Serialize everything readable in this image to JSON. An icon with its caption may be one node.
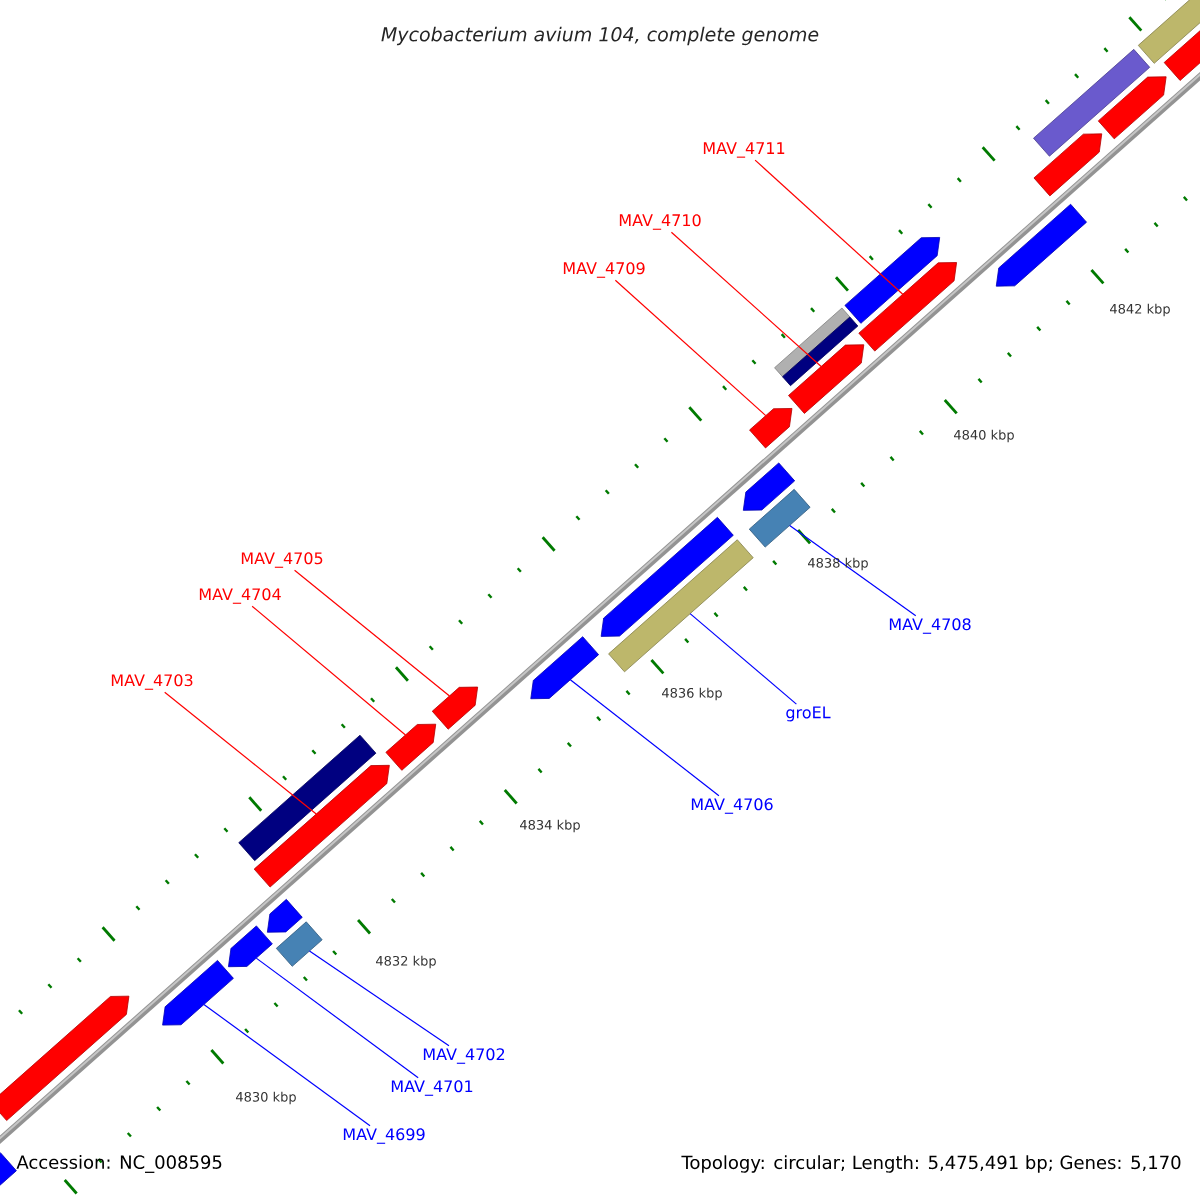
{
  "diagram": {
    "title": "Mycobacterium avium 104, complete genome",
    "nodes": [
      {
        "text": [
          "MAV_4711"
        ]
      },
      {
        "text": [
          "MAV_4710"
        ]
      },
      {
        "text": [
          "MAV_4709"
        ]
      },
      {
        "text": [
          "MAV_4708"
        ]
      },
      {
        "text": [
          "groEL"
        ]
      },
      {
        "text": [
          "MAV_4706"
        ]
      },
      {
        "text": [
          "MAV_4705"
        ]
      },
      {
        "text": [
          "MAV_4704"
        ]
      },
      {
        "text": [
          "MAV_4703"
        ]
      },
      {
        "text": [
          "MAV_4702"
        ]
      },
      {
        "text": [
          "MAV_4701"
        ]
      },
      {
        "text": [
          "MAV_4699"
        ]
      },
      {
        "text": [],
        "shape": "arrow"
      },
      {
        "text": [],
        "shape": "arrow"
      },
      {
        "text": [],
        "shape": "arrow"
      },
      {
        "text": [],
        "shape": "bar"
      },
      {
        "text": [],
        "shape": "bar"
      },
      {
        "text": [],
        "shape": "arrow"
      },
      {
        "text": [],
        "shape": "arrow"
      },
      {
        "text": [],
        "shape": "arrow"
      },
      {
        "text": [],
        "shape": "arrow"
      },
      {
        "text": [],
        "shape": "bar"
      },
      {
        "text": [],
        "shape": "arrow"
      },
      {
        "text": [],
        "shape": "arrow"
      },
      {
        "text": [],
        "shape": "arrow"
      },
      {
        "text": [],
        "shape": "bar"
      },
      {
        "text": [],
        "shape": "arrow"
      },
      {
        "text": [],
        "shape": "bar"
      },
      {
        "text": [],
        "shape": "bar"
      },
      {
        "text": [],
        "shape": "arrow"
      },
      {
        "text": [],
        "shape": "arrow"
      },
      {
        "text": [],
        "shape": "arrow"
      },
      {
        "text": [],
        "shape": "arrow"
      },
      {
        "text": [],
        "shape": "arrow"
      },
      {
        "text": [],
        "shape": "arrow"
      },
      {
        "text": [],
        "shape": "arrow"
      },
      {
        "text": [],
        "shape": "arrow"
      },
      {
        "text": [],
        "shape": "bar"
      }
    ],
    "edges": [
      {
        "from": 0,
        "to": 12,
        "arrow": "none",
        "color": "#ff0000"
      },
      {
        "from": 1,
        "to": 13,
        "arrow": "none",
        "color": "#ff0000"
      },
      {
        "from": 2,
        "to": 14,
        "arrow": "none",
        "color": "#ff0000"
      },
      {
        "from": 3,
        "to": 15,
        "arrow": "none",
        "color": "#0000ff"
      },
      {
        "from": 4,
        "to": 16,
        "arrow": "none",
        "color": "#0000ff"
      },
      {
        "from": 5,
        "to": 17,
        "arrow": "none",
        "color": "#0000ff"
      },
      {
        "from": 6,
        "to": 18,
        "arrow": "none",
        "color": "#ff0000"
      },
      {
        "from": 7,
        "to": 19,
        "arrow": "none",
        "color": "#ff0000"
      },
      {
        "from": 8,
        "to": 20,
        "arrow": "none",
        "color": "#ff0000"
      },
      {
        "from": 9,
        "to": 21,
        "arrow": "none",
        "color": "#0000ff"
      },
      {
        "from": 10,
        "to": 22,
        "arrow": "none",
        "color": "#0000ff"
      },
      {
        "from": 11,
        "to": 23,
        "arrow": "none",
        "color": "#0000ff"
      }
    ],
    "labels": [
      "4842 kbp",
      "4840 kbp",
      "4838 kbp",
      "4836 kbp",
      "4834 kbp",
      "4832 kbp",
      "4830 kbp",
      "Accession: NC_008595",
      "Topology: circular; Length: 5,475,491 bp; Genes: 5,170"
    ]
  }
}
